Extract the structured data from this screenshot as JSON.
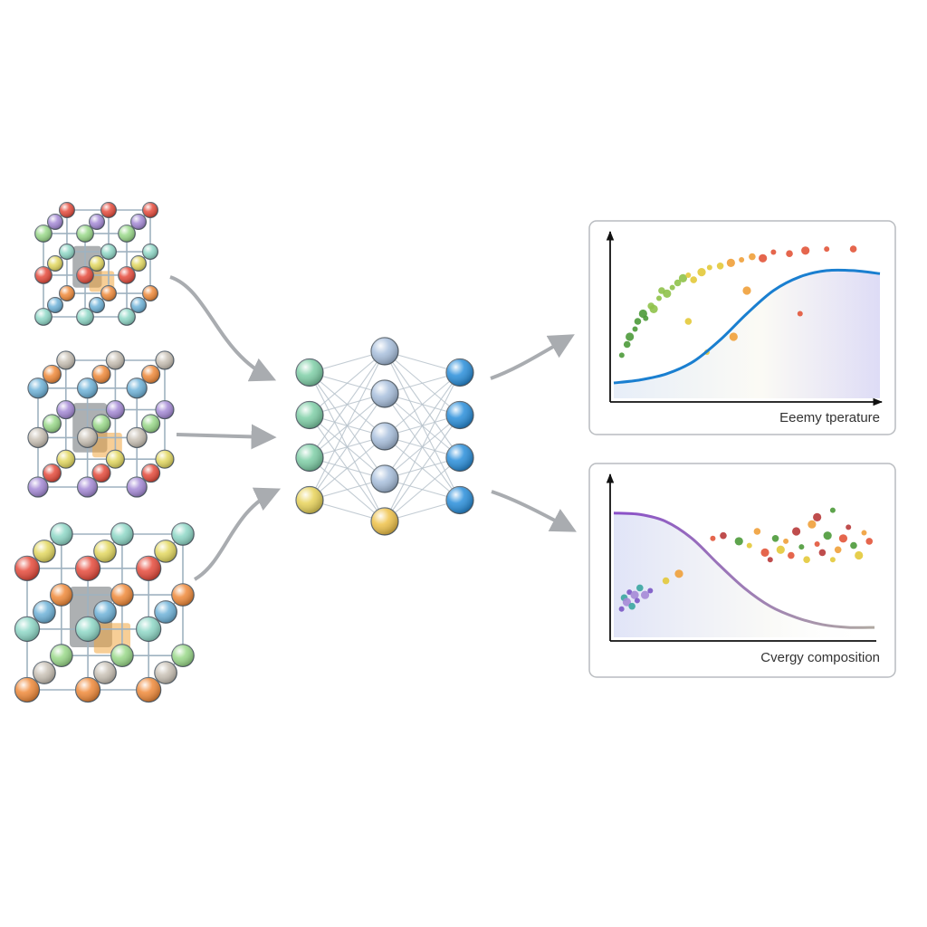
{
  "colors": {
    "bg": "#ffffff",
    "arrow": "#a9acb0",
    "panel_border": "#b9bcc0",
    "axis": "#111111",
    "curve_top": "#1a7fd0",
    "curve_bottom_start": "#8a4fc9",
    "curve_bottom_end": "#b0a9a2",
    "lattice_edge": "#9fb2c0",
    "node_input": "#7fcfa7",
    "node_input_last": "#e8d35a",
    "node_hidden": "#a9c0dd",
    "node_hidden_last": "#efc24a",
    "node_output": "#2a8fdb",
    "atom_palette": [
      "#e64b3c",
      "#6fb3d9",
      "#9ad98a",
      "#e3d860",
      "#f08a3a",
      "#a58ad6",
      "#8fd8c7",
      "#c9c1b5"
    ]
  },
  "structures": [
    {
      "name": "crystal-lattice-1",
      "icon": "crystal-lattice-icon"
    },
    {
      "name": "crystal-lattice-2",
      "icon": "crystal-lattice-icon"
    },
    {
      "name": "crystal-lattice-3",
      "icon": "crystal-lattice-icon"
    }
  ],
  "network": {
    "layers": [
      4,
      5,
      4
    ],
    "icon": "neural-network-icon"
  },
  "plots": [
    {
      "caption": "Eeemy tperature",
      "chart_data": {
        "type": "scatter",
        "title": "",
        "xlabel": "Eeemy tperature",
        "ylabel": "",
        "xlim": [
          0,
          100
        ],
        "ylim": [
          0,
          100
        ],
        "grid": false,
        "curve": {
          "x": [
            0,
            10,
            20,
            30,
            40,
            50,
            60,
            70,
            80,
            90,
            100
          ],
          "y": [
            10,
            12,
            16,
            24,
            38,
            55,
            70,
            79,
            83,
            83,
            81
          ]
        },
        "points": {
          "x": [
            3,
            5,
            6,
            8,
            9,
            11,
            12,
            14,
            15,
            17,
            18,
            20,
            22,
            24,
            26,
            28,
            30,
            33,
            36,
            40,
            44,
            48,
            52,
            56,
            60,
            66,
            72,
            80,
            90,
            45,
            35,
            28,
            50,
            70
          ],
          "y": [
            28,
            35,
            40,
            45,
            50,
            55,
            52,
            60,
            58,
            65,
            70,
            68,
            72,
            75,
            78,
            80,
            77,
            82,
            85,
            86,
            88,
            90,
            92,
            91,
            95,
            94,
            96,
            97,
            97,
            40,
            30,
            50,
            70,
            55
          ]
        }
      }
    },
    {
      "caption": "Cvergy composition",
      "chart_data": {
        "type": "scatter",
        "title": "",
        "xlabel": "Cvergy composition",
        "ylabel": "",
        "xlim": [
          0,
          100
        ],
        "ylim": [
          0,
          100
        ],
        "grid": false,
        "curve": {
          "x": [
            0,
            10,
            20,
            30,
            40,
            50,
            60,
            70,
            80,
            90,
            100
          ],
          "y": [
            88,
            87,
            82,
            70,
            52,
            35,
            22,
            14,
            9,
            7,
            7
          ]
        },
        "points": {
          "x": [
            3,
            4,
            5,
            6,
            7,
            8,
            9,
            10,
            12,
            14,
            20,
            25,
            38,
            42,
            48,
            52,
            55,
            58,
            60,
            62,
            64,
            66,
            68,
            70,
            72,
            74,
            76,
            78,
            80,
            82,
            84,
            86,
            88,
            90,
            92,
            94,
            96,
            98,
            78,
            84
          ],
          "y": [
            20,
            28,
            25,
            32,
            22,
            30,
            26,
            35,
            30,
            33,
            40,
            45,
            70,
            72,
            68,
            65,
            75,
            60,
            55,
            70,
            62,
            68,
            58,
            75,
            64,
            55,
            80,
            66,
            60,
            72,
            55,
            62,
            70,
            78,
            65,
            58,
            74,
            68,
            85,
            90
          ]
        }
      }
    }
  ]
}
